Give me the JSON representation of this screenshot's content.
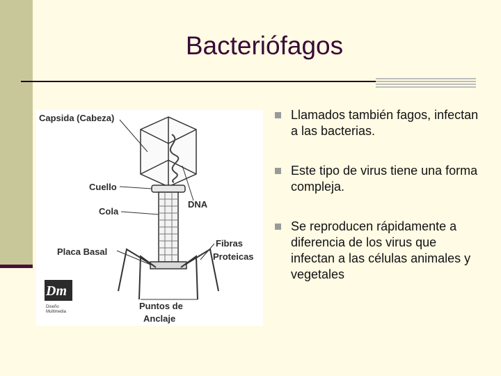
{
  "slide": {
    "title": "Bacteriófagos",
    "bullets": [
      "Llamados también fagos, infectan a las bacterias.",
      "Este tipo de virus tiene una forma compleja.",
      "Se reproducen rápidamente a diferencia de los virus que infectan a las células animales y vegetales"
    ]
  },
  "figure": {
    "labels": {
      "capsid": "Capsida (Cabeza)",
      "neck": "Cuello",
      "tail": "Cola",
      "dna": "DNA",
      "base_plate": "Placa Basal",
      "fibers_1": "Fibras",
      "fibers_2": "Proteicas",
      "anchor_1": "Puntos de",
      "anchor_2": "Anclaje"
    },
    "logo": {
      "mark": "Dm",
      "line1": "Diseño",
      "line2": "Multimedia"
    }
  },
  "colors": {
    "background": "#fffbe5",
    "sidebar": "#c8c79a",
    "title": "#3a0a36",
    "bullet_marker": "#9a9a9a"
  }
}
